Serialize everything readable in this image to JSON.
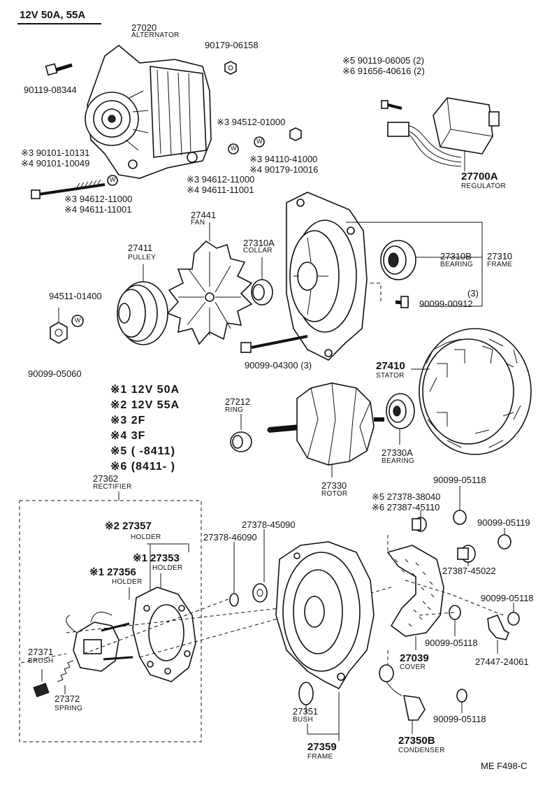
{
  "header": "12V  50A, 55A",
  "footer": "ME  F498-C",
  "legend": [
    {
      "mark": "※1",
      "text": "12V  50A"
    },
    {
      "mark": "※2",
      "text": "12V  55A"
    },
    {
      "mark": "※3",
      "text": "2F"
    },
    {
      "mark": "※4",
      "text": "3F"
    },
    {
      "mark": "※5",
      "text": "(      -8411)"
    },
    {
      "mark": "※6",
      "text": "(8411-       )"
    }
  ],
  "labels": {
    "alt_no": "27020",
    "alt_cap": "ALTERNATOR",
    "p90179_06158": "90179-06158",
    "p90119_08344": "90119-08344",
    "p3_94512": "※3 94512-01000",
    "p3_94110": "※3 94110-41000",
    "p4_90179_10016": "※4 90179-10016",
    "p3_94612_a": "※3 94612-11000",
    "p4_94611_a": "※4 94611-11001",
    "p3_90101": "※3 90101-10131",
    "p4_90101": "※4 90101-10049",
    "p3_94612_b": "※3 94612-11000",
    "p4_94611_b": "※4 94611-11001",
    "p5_90119": "※5 90119-06005 (2)",
    "p6_91656": "※6 91656-40616 (2)",
    "reg_no": "27700A",
    "reg_cap": "REGULATOR",
    "fan_no": "27441",
    "fan_cap": "FAN",
    "pulley_no": "27411",
    "pulley_cap": "PULLEY",
    "collar_no": "27310A",
    "collar_cap": "COLLAR",
    "bearing_no": "27310B",
    "bearing_cap": "BEARING",
    "frame_no": "27310",
    "frame_cap": "FRAME",
    "p94511": "94511-01400",
    "p3": "(3)",
    "p90099_00912": "90099-00912",
    "p90099_05060": "90099-05060",
    "p90099_04300": "90099-04300 (3)",
    "stator_no": "27410",
    "stator_cap": "STATOR",
    "ring_no": "27212",
    "ring_cap": "RING",
    "bearing2_no": "27330A",
    "bearing2_cap": "BEARING",
    "rotor_no": "27330",
    "rotor_cap": "ROTOR",
    "rect_no": "27362",
    "rect_cap": "RECTIFIER",
    "h2_no": "※2 27357",
    "h2_cap": "HOLDER",
    "h1b_no": "※1 27353",
    "h1b_cap": "HOLDER",
    "h1a_no": "※1 27356",
    "h1a_cap": "HOLDER",
    "brush_no": "27371",
    "brush_cap": "BRUSH",
    "spring_no": "27372",
    "spring_cap": "SPRING",
    "p27378_46090": "27378-46090",
    "p27378_45090": "27378-45090",
    "p5_27378": "※5 27378-38040",
    "p6_27387": "※6 27387-45110",
    "p90099_05118_a": "90099-05118",
    "p90099_05119": "90099-05119",
    "p27387_45022": "27387-45022",
    "p90099_05118_b": "90099-05118",
    "p90099_05118_c": "90099-05118",
    "cover_no": "27039",
    "cover_cap": "COVER",
    "p27447_24061": "27447-24061",
    "p90099_05118_d": "90099-05118",
    "bush_no": "27351",
    "bush_cap": "BUSH",
    "frame2_no": "27359",
    "frame2_cap": "FRAME",
    "cond_no": "27350B",
    "cond_cap": "CONDENSER",
    "washer": "W"
  }
}
